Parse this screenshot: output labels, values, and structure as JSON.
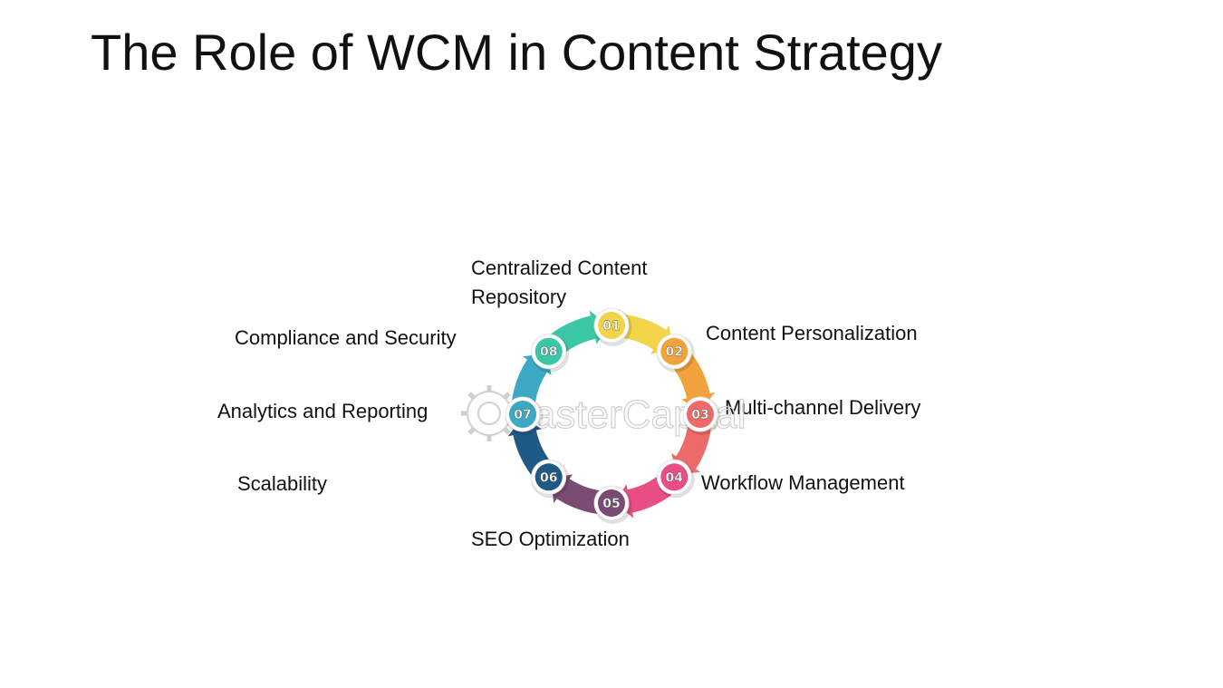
{
  "title": "The Role of WCM in Content Strategy",
  "items": [
    {
      "num": "01",
      "label": "Centralized Content",
      "label2": "Repository",
      "color": "#F2D44A"
    },
    {
      "num": "02",
      "label": "Content Personalization",
      "color": "#F2A23C"
    },
    {
      "num": "03",
      "label": "Multi-channel Delivery",
      "color": "#EE6A6A"
    },
    {
      "num": "04",
      "label": "Workflow Management",
      "color": "#E94D86"
    },
    {
      "num": "05",
      "label": "SEO Optimization",
      "color": "#7A4B73"
    },
    {
      "num": "06",
      "label": "Scalability",
      "color": "#1F5A87"
    },
    {
      "num": "07",
      "label": "Analytics and Reporting",
      "color": "#3CA9C2"
    },
    {
      "num": "08",
      "label": "Compliance and Security",
      "color": "#39C7A5"
    }
  ],
  "watermark": "FasterCapital",
  "icons": {
    "watermark": "gear-icon"
  }
}
